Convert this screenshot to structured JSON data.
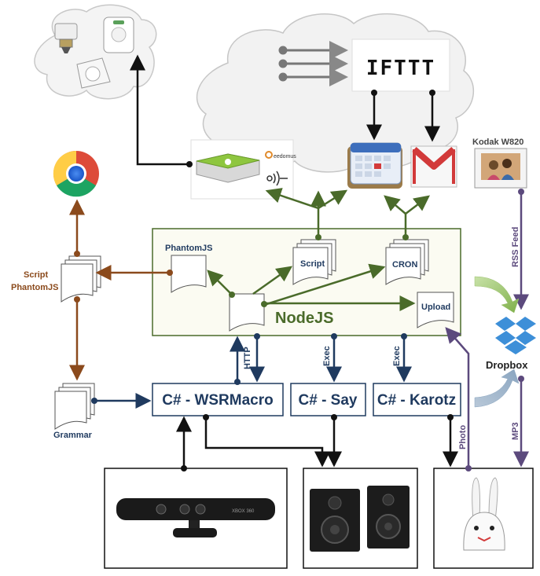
{
  "nodes": {
    "nodejs": "NodeJS",
    "phantomjs": "PhantomJS",
    "script": "Script",
    "cron": "CRON",
    "upload": "Upload",
    "script_phantomjs_line1": "Script",
    "script_phantomjs_line2": "PhantomJS",
    "grammar": "Grammar",
    "wsrmacro": "C# - WSRMacro",
    "say": "C# - Say",
    "karotz": "C# - Karotz",
    "dropbox": "Dropbox",
    "kodak": "Kodak W820",
    "ifttt": "IFTTT",
    "eedomus": "eedomus",
    "kinect_brand": "XBOX 360"
  },
  "edges": {
    "http": "HTTP",
    "exec1": "Exec",
    "exec2": "Exec",
    "photo": "Photo",
    "mp3": "MP3",
    "rss": "RSS Feed"
  },
  "colors": {
    "green": "#4a6b2a",
    "brown": "#8b4a1c",
    "navy": "#1f3a5f",
    "purple": "#5c4a7d",
    "black": "#111111"
  }
}
